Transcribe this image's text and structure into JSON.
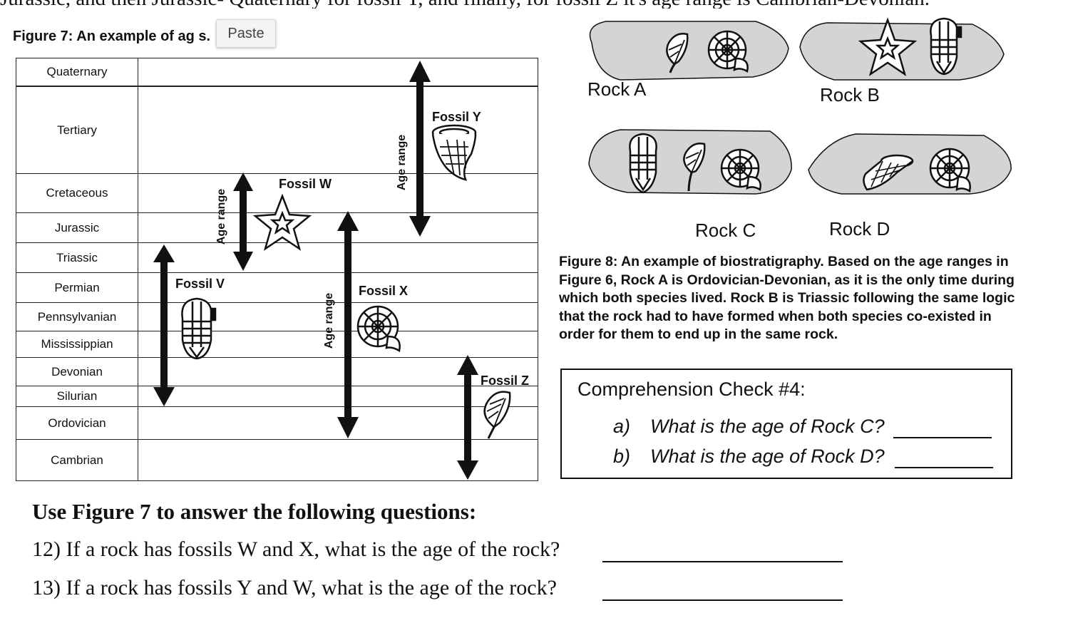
{
  "top_text": "Jurassic, and then Jurassic- Quaternary for fossil Y, and finally, for fossil Z it's age range is Cambrian-Devonian.",
  "figure7": {
    "caption": "Figure 7: An example of ag         s.",
    "paste_button": "Paste",
    "periods": [
      "Quaternary",
      "Tertiary",
      "Cretaceous",
      "Jurassic",
      "Triassic",
      "Permian",
      "Pennsylvanian",
      "Mississippian",
      "Devonian",
      "Silurian",
      "Ordovician",
      "Cambrian"
    ],
    "fossils": {
      "v": "Fossil V",
      "w": "Fossil W",
      "x": "Fossil X",
      "y": "Fossil Y",
      "z": "Fossil Z"
    },
    "age_range_label": "Age range",
    "icons": {
      "v": "trilobite-icon",
      "w": "starfish-icon",
      "x": "ammonite-icon",
      "y": "coral-icon",
      "z": "leaf-icon"
    }
  },
  "figure8": {
    "rocks": {
      "a": "Rock A",
      "b": "Rock B",
      "c": "Rock C",
      "d": "Rock D"
    },
    "caption": "Figure 8: An example of biostratigraphy. Based on the age ranges in Figure 6, Rock A is Ordovician-Devonian, as it is the only time during which both species lived. Rock B is Triassic following the same logic that the rock had to have formed when both species co-existed in order for them to end up in the same rock."
  },
  "comprehension_check": {
    "title": "Comprehension Check #4:",
    "items": [
      {
        "letter": "a)",
        "text": "What is the age of Rock C?"
      },
      {
        "letter": "b)",
        "text": "What is the age of Rock D?"
      }
    ]
  },
  "questions": {
    "heading": "Use Figure 7 to answer the following questions:",
    "items": [
      "12) If a rock has fossils W and X, what is the age of the rock?",
      "13) If a rock has fossils Y and W, what is the age of the rock?"
    ]
  },
  "colors": {
    "rock_fill": "#d4d4d4",
    "ink": "#111111"
  }
}
